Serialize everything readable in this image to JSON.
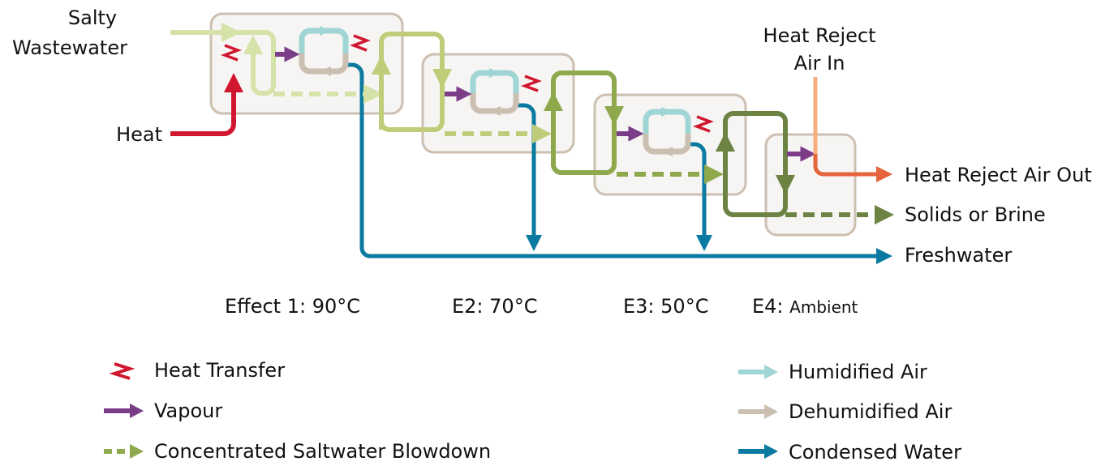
{
  "colors": {
    "feed1": "#d5e2a8",
    "feed2": "#bfcd7a",
    "feed3": "#8ea84c",
    "feed4": "#6c8343",
    "heat": "#d0172f",
    "vapour": "#7b3d88",
    "humidified_air": "#9fd5d4",
    "dehumidified_air": "#cbbfb2",
    "condensed_water": "#0a7aa0",
    "heat_reject_in": "#f5ae7c",
    "heat_reject_out": "#e5643c",
    "box_fill": "#f6f5f3",
    "box_stroke": "#cdbfb1"
  },
  "inputs": {
    "salty_wastewater_line1": "Salty",
    "salty_wastewater_line2": "Wastewater",
    "heat": "Heat",
    "heat_reject_air_in_line1": "Heat Reject",
    "heat_reject_air_in_line2": "Air In"
  },
  "outputs": {
    "heat_reject_air_out": "Heat Reject Air Out",
    "solids_or_brine": "Solids or Brine",
    "freshwater": "Freshwater"
  },
  "effects": [
    {
      "id": "E1",
      "prefix": "Effect 1: ",
      "temp": "90°C"
    },
    {
      "id": "E2",
      "prefix": "E2: ",
      "temp": "70°C"
    },
    {
      "id": "E3",
      "prefix": "E3: ",
      "temp": "50°C"
    },
    {
      "id": "E4",
      "prefix": "E4: ",
      "temp": "Ambient"
    }
  ],
  "legend": {
    "left": [
      {
        "icon": "heat-transfer-zigzag-icon",
        "label": "Heat Transfer"
      },
      {
        "icon": "vapour-arrow-icon",
        "label": "Vapour"
      },
      {
        "icon": "blowdown-dashed-arrow-icon",
        "label": "Concentrated Saltwater Blowdown"
      }
    ],
    "right": [
      {
        "icon": "humidified-air-arrow-icon",
        "label": "Humidified Air"
      },
      {
        "icon": "dehumidified-air-arrow-icon",
        "label": "Dehumidified Air"
      },
      {
        "icon": "condensed-water-arrow-icon",
        "label": "Condensed Water"
      }
    ]
  }
}
